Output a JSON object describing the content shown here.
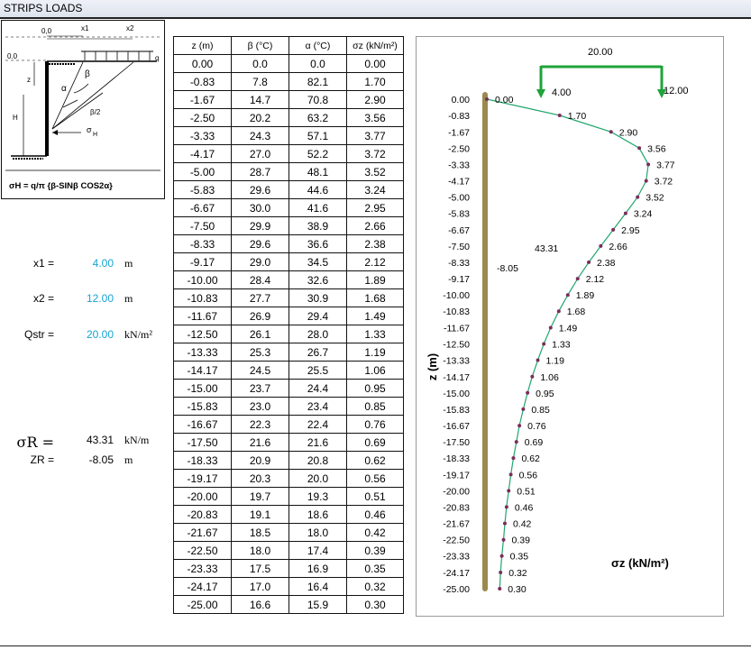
{
  "title": "STRIPS LOADS",
  "diagram": {
    "labels": {
      "top_zero": "0,0",
      "x1": "x1",
      "x2": "x2",
      "q": "q",
      "left_zero": "0.0",
      "z": "z",
      "h": "H",
      "alpha": "α",
      "beta": "β",
      "beta_half": "β/2",
      "sigma_h": "σ",
      "sigma_sub": "H"
    },
    "formula": "σH = q/π {β-SINβ COS2α}"
  },
  "params": {
    "x1": {
      "label": "x1 =",
      "value": "4.00",
      "unit": "m"
    },
    "x2": {
      "label": "x2 =",
      "value": "12.00",
      "unit": "m"
    },
    "qstr": {
      "label": "Qstr =",
      "value": "20.00",
      "unit": "kN/m²"
    },
    "sigma_r": {
      "label": "σR =",
      "value": "43.31",
      "unit": "kN/m"
    },
    "zr": {
      "label": "ZR =",
      "value": "-8.05",
      "unit": "m"
    }
  },
  "table": {
    "headers": [
      "z (m)",
      "β (°C)",
      "α (°C)",
      "σz (kN/m²)"
    ],
    "rows": [
      [
        "0.00",
        "0.0",
        "0.0",
        "0.00"
      ],
      [
        "-0.83",
        "7.8",
        "82.1",
        "1.70"
      ],
      [
        "-1.67",
        "14.7",
        "70.8",
        "2.90"
      ],
      [
        "-2.50",
        "20.2",
        "63.2",
        "3.56"
      ],
      [
        "-3.33",
        "24.3",
        "57.1",
        "3.77"
      ],
      [
        "-4.17",
        "27.0",
        "52.2",
        "3.72"
      ],
      [
        "-5.00",
        "28.7",
        "48.1",
        "3.52"
      ],
      [
        "-5.83",
        "29.6",
        "44.6",
        "3.24"
      ],
      [
        "-6.67",
        "30.0",
        "41.6",
        "2.95"
      ],
      [
        "-7.50",
        "29.9",
        "38.9",
        "2.66"
      ],
      [
        "-8.33",
        "29.6",
        "36.6",
        "2.38"
      ],
      [
        "-9.17",
        "29.0",
        "34.5",
        "2.12"
      ],
      [
        "-10.00",
        "28.4",
        "32.6",
        "1.89"
      ],
      [
        "-10.83",
        "27.7",
        "30.9",
        "1.68"
      ],
      [
        "-11.67",
        "26.9",
        "29.4",
        "1.49"
      ],
      [
        "-12.50",
        "26.1",
        "28.0",
        "1.33"
      ],
      [
        "-13.33",
        "25.3",
        "26.7",
        "1.19"
      ],
      [
        "-14.17",
        "24.5",
        "25.5",
        "1.06"
      ],
      [
        "-15.00",
        "23.7",
        "24.4",
        "0.95"
      ],
      [
        "-15.83",
        "23.0",
        "23.4",
        "0.85"
      ],
      [
        "-16.67",
        "22.3",
        "22.4",
        "0.76"
      ],
      [
        "-17.50",
        "21.6",
        "21.6",
        "0.69"
      ],
      [
        "-18.33",
        "20.9",
        "20.8",
        "0.62"
      ],
      [
        "-19.17",
        "20.3",
        "20.0",
        "0.56"
      ],
      [
        "-20.00",
        "19.7",
        "19.3",
        "0.51"
      ],
      [
        "-20.83",
        "19.1",
        "18.6",
        "0.46"
      ],
      [
        "-21.67",
        "18.5",
        "18.0",
        "0.42"
      ],
      [
        "-22.50",
        "18.0",
        "17.4",
        "0.39"
      ],
      [
        "-23.33",
        "17.5",
        "16.9",
        "0.35"
      ],
      [
        "-24.17",
        "17.0",
        "16.4",
        "0.32"
      ],
      [
        "-25.00",
        "16.6",
        "15.9",
        "0.30"
      ]
    ]
  },
  "chart_data": {
    "type": "line",
    "ylabel": "z (m)",
    "xlabel": "σz (kN/m²)",
    "z": [
      0.0,
      -0.83,
      -1.67,
      -2.5,
      -3.33,
      -4.17,
      -5.0,
      -5.83,
      -6.67,
      -7.5,
      -8.33,
      -9.17,
      -10.0,
      -10.83,
      -11.67,
      -12.5,
      -13.33,
      -14.17,
      -15.0,
      -15.83,
      -16.67,
      -17.5,
      -18.33,
      -19.17,
      -20.0,
      -20.83,
      -21.67,
      -22.5,
      -23.33,
      -24.17,
      -25.0
    ],
    "z_labels": [
      "0.00",
      "-0.83",
      "-1.67",
      "-2.50",
      "-3.33",
      "-4.17",
      "-5.00",
      "-5.83",
      "-6.67",
      "-7.50",
      "-8.33",
      "-9.17",
      "-10.00",
      "-10.83",
      "-11.67",
      "-12.50",
      "-13.33",
      "-14.17",
      "-15.00",
      "-15.83",
      "-16.67",
      "-17.50",
      "-18.33",
      "-19.17",
      "-20.00",
      "-20.83",
      "-21.67",
      "-22.50",
      "-23.33",
      "-24.17",
      "-25.00"
    ],
    "sigma": [
      0.0,
      1.7,
      2.9,
      3.56,
      3.77,
      3.72,
      3.52,
      3.24,
      2.95,
      2.66,
      2.38,
      2.12,
      1.89,
      1.68,
      1.49,
      1.33,
      1.19,
      1.06,
      0.95,
      0.85,
      0.76,
      0.69,
      0.62,
      0.56,
      0.51,
      0.46,
      0.42,
      0.39,
      0.35,
      0.32,
      0.3
    ],
    "sigma_labels": [
      "0.00",
      "1.70",
      "2.90",
      "3.56",
      "3.77",
      "3.72",
      "3.52",
      "3.24",
      "2.95",
      "2.66",
      "2.38",
      "2.12",
      "1.89",
      "1.68",
      "1.49",
      "1.33",
      "1.19",
      "1.06",
      "0.95",
      "0.85",
      "0.76",
      "0.69",
      "0.62",
      "0.56",
      "0.51",
      "0.46",
      "0.42",
      "0.39",
      "0.35",
      "0.32",
      "0.30"
    ],
    "ylim": [
      -25,
      0
    ],
    "load": {
      "label": "20.00",
      "x1_label": "4.00",
      "x2_label": "12.00",
      "x1": 4.0,
      "x2": 12.0,
      "q": 20.0
    },
    "resultant": {
      "sigma_r_label": "43.31",
      "zr_label": "-8.05"
    },
    "colors": {
      "line": "#22a66e",
      "marker": "#7b2d5a",
      "load": "#1fa33a",
      "wall": "#9b8a4f"
    }
  }
}
